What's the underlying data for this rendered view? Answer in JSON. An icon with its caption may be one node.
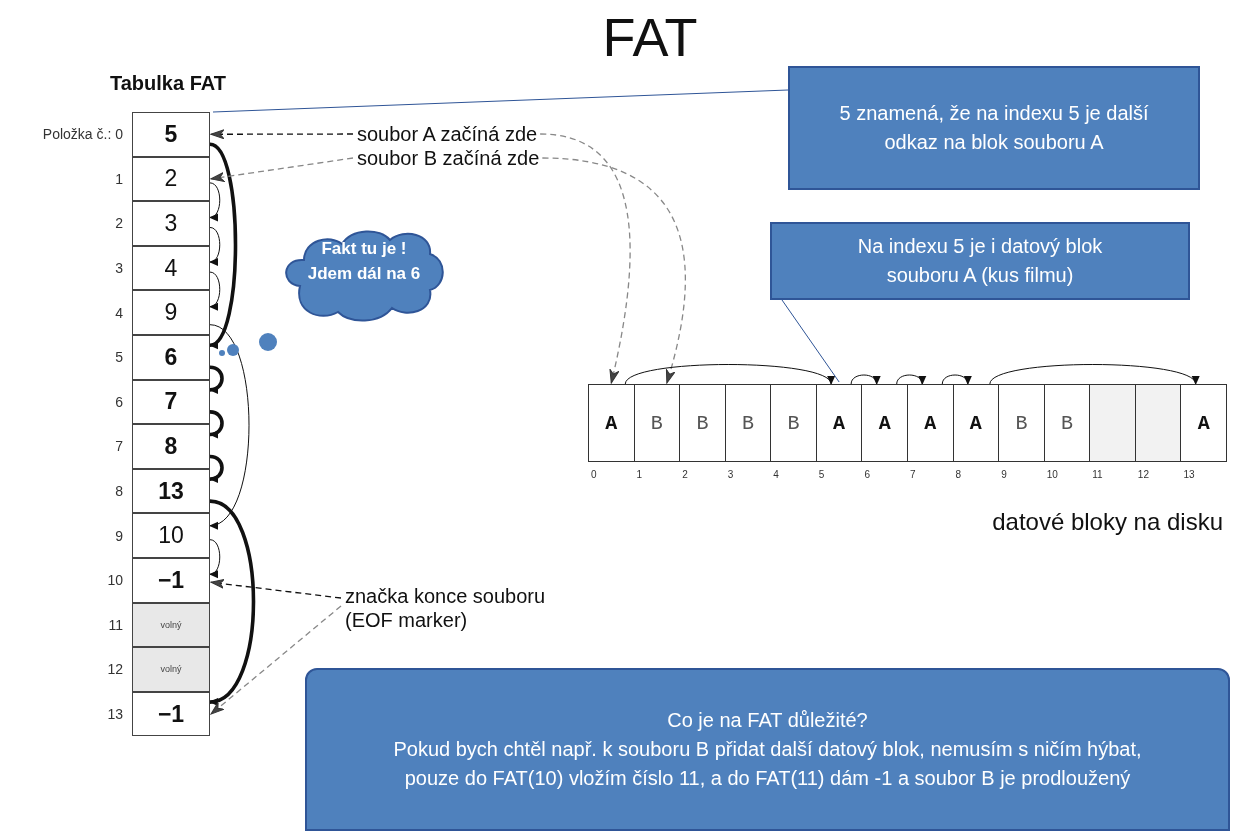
{
  "diagram": {
    "title": "FAT",
    "nodes": [
      {
        "text": [
          "Tabulka FAT"
        ]
      },
      {
        "text": [
          "5"
        ],
        "beside": [
          "Položka č.: 0"
        ],
        "in": 0
      },
      {
        "text": [
          "2"
        ],
        "beside": [
          "1"
        ],
        "in": 0
      },
      {
        "text": [
          "3"
        ],
        "beside": [
          "2"
        ],
        "in": 0
      },
      {
        "text": [
          "4"
        ],
        "beside": [
          "3"
        ],
        "in": 0
      },
      {
        "text": [
          "9"
        ],
        "beside": [
          "4"
        ],
        "in": 0
      },
      {
        "text": [
          "6"
        ],
        "beside": [
          "5"
        ],
        "in": 0
      },
      {
        "text": [
          "7"
        ],
        "beside": [
          "6"
        ],
        "in": 0
      },
      {
        "text": [
          "8"
        ],
        "beside": [
          "7"
        ],
        "in": 0
      },
      {
        "text": [
          "13"
        ],
        "beside": [
          "8"
        ],
        "in": 0
      },
      {
        "text": [
          "10"
        ],
        "beside": [
          "9"
        ],
        "in": 0
      },
      {
        "text": [
          "−1"
        ],
        "beside": [
          "10"
        ],
        "in": 0
      },
      {
        "text": [
          "volný"
        ],
        "beside": [
          "11"
        ],
        "in": 0
      },
      {
        "text": [
          "volný"
        ],
        "beside": [
          "12"
        ],
        "in": 0
      },
      {
        "text": [
          "−1"
        ],
        "beside": [
          "13"
        ],
        "in": 0
      },
      {
        "text": [
          "datové bloky na disku"
        ]
      },
      {
        "text": [
          "A"
        ],
        "beside": [
          "0"
        ],
        "in": 15
      },
      {
        "text": [
          "B"
        ],
        "beside": [
          "1"
        ],
        "in": 15
      },
      {
        "text": [
          "B"
        ],
        "beside": [
          "2"
        ],
        "in": 15
      },
      {
        "text": [
          "B"
        ],
        "beside": [
          "3"
        ],
        "in": 15
      },
      {
        "text": [
          "B"
        ],
        "beside": [
          "4"
        ],
        "in": 15
      },
      {
        "text": [
          "A"
        ],
        "beside": [
          "5"
        ],
        "in": 15
      },
      {
        "text": [
          "A"
        ],
        "beside": [
          "6"
        ],
        "in": 15
      },
      {
        "text": [
          "A"
        ],
        "beside": [
          "7"
        ],
        "in": 15
      },
      {
        "text": [
          "A"
        ],
        "beside": [
          "8"
        ],
        "in": 15
      },
      {
        "text": [
          "B"
        ],
        "beside": [
          "9"
        ],
        "in": 15
      },
      {
        "text": [
          "B"
        ],
        "beside": [
          "10"
        ],
        "in": 15
      },
      {
        "text": [],
        "shape": "box",
        "beside": [
          "11"
        ],
        "in": 15
      },
      {
        "text": [],
        "shape": "box",
        "beside": [
          "12"
        ],
        "in": 15
      },
      {
        "text": [
          "A"
        ],
        "beside": [
          "13"
        ],
        "in": 15
      },
      {
        "text": [
          "soubor A začíná zde"
        ]
      },
      {
        "text": [
          "soubor B začíná zde"
        ]
      },
      {
        "text": [
          "značka konce souboru (EOF marker)"
        ]
      },
      {
        "text": [
          "5 znamená, že na indexu 5 je další odkaz na blok souboru A"
        ]
      },
      {
        "text": [
          "Na indexu 5 je i  datový blok souboru A (kus filmu)"
        ]
      },
      {
        "text": [
          "Fakt tu je ! Jdem dál na 6"
        ]
      },
      {
        "text": [
          "Co je na FAT důležité?",
          "Pokud bych chtěl např. k souboru B přidat další datový blok, nemusím s ničím hýbat, pouze do FAT(10) vložím číslo 11, a do FAT(11) dám -1 a soubor B je prodloužený"
        ]
      }
    ],
    "edges": [
      {
        "from": 1,
        "to": 6,
        "arrow": "to",
        "style": "thick"
      },
      {
        "from": 6,
        "to": 7,
        "arrow": "to",
        "style": "thick"
      },
      {
        "from": 7,
        "to": 8,
        "arrow": "to",
        "style": "thick"
      },
      {
        "from": 8,
        "to": 9,
        "arrow": "to",
        "style": "thick"
      },
      {
        "from": 9,
        "to": 14,
        "arrow": "to",
        "style": "thick"
      },
      {
        "from": 2,
        "to": 3,
        "arrow": "to"
      },
      {
        "from": 3,
        "to": 4,
        "arrow": "to"
      },
      {
        "from": 4,
        "to": 5,
        "arrow": "to"
      },
      {
        "from": 5,
        "to": 10,
        "arrow": "to"
      },
      {
        "from": 10,
        "to": 11,
        "arrow": "to"
      },
      {
        "from": 30,
        "to": 1,
        "arrow": "to",
        "style": "dashed"
      },
      {
        "from": 31,
        "to": 2,
        "arrow": "to",
        "style": "dashed",
        "color": "#888888"
      },
      {
        "from": 30,
        "to": 16,
        "arrow": "to",
        "style": "dashed",
        "color": "#888888"
      },
      {
        "from": 31,
        "to": 17,
        "arrow": "to",
        "style": "dashed",
        "color": "#888888"
      },
      {
        "from": 32,
        "to": 11,
        "arrow": "to",
        "style": "dashed"
      },
      {
        "from": 32,
        "to": 14,
        "arrow": "to",
        "style": "dashed",
        "color": "#888888"
      },
      {
        "from": 16,
        "to": 21,
        "arrow": "to"
      },
      {
        "from": 21,
        "to": 22,
        "arrow": "to"
      },
      {
        "from": 22,
        "to": 23,
        "arrow": "to"
      },
      {
        "from": 23,
        "to": 24,
        "arrow": "to"
      },
      {
        "from": 24,
        "to": 29,
        "arrow": "to"
      },
      {
        "from": 33,
        "to": 1,
        "arrow": "none",
        "color": "#2f5597"
      },
      {
        "from": 34,
        "to": 21,
        "arrow": "none",
        "color": "#2f5597"
      }
    ]
  }
}
